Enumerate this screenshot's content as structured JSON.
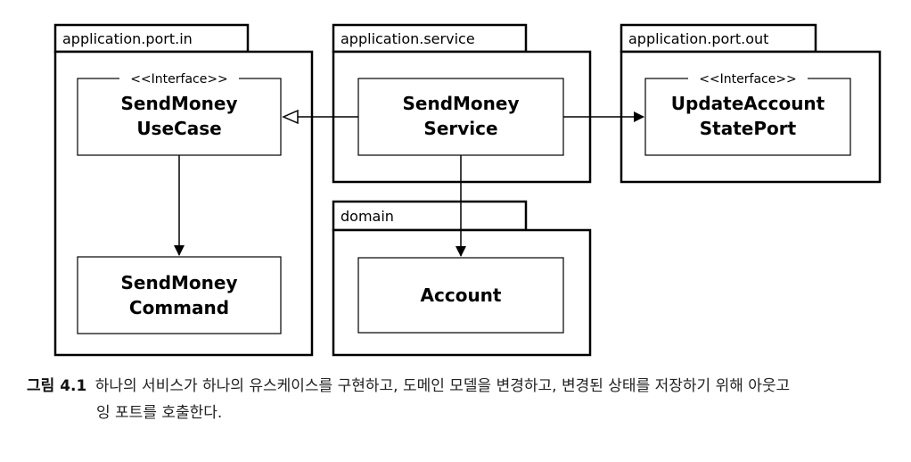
{
  "packages": [
    {
      "id": "port-in",
      "label": "application.port.in"
    },
    {
      "id": "service",
      "label": "application.service"
    },
    {
      "id": "port-out",
      "label": "application.port.out"
    },
    {
      "id": "domain",
      "label": "domain"
    }
  ],
  "classes": {
    "usecase": {
      "stereotype": "<<Interface>>",
      "line1": "SendMoney",
      "line2": "UseCase"
    },
    "command": {
      "line1": "SendMoney",
      "line2": "Command"
    },
    "service": {
      "line1": "SendMoney",
      "line2": "Service"
    },
    "port": {
      "stereotype": "<<Interface>>",
      "line1": "UpdateAccount",
      "line2": "StatePort"
    },
    "account": {
      "line1": "Account"
    }
  },
  "caption": {
    "figure": "그림 4.1",
    "line1": "하나의 서비스가 하나의 유스케이스를 구현하고, 도메인 모델을 변경하고, 변경된 상태를 저장하기 위해 아웃고",
    "line2": "잉 포트를 호출한다."
  }
}
